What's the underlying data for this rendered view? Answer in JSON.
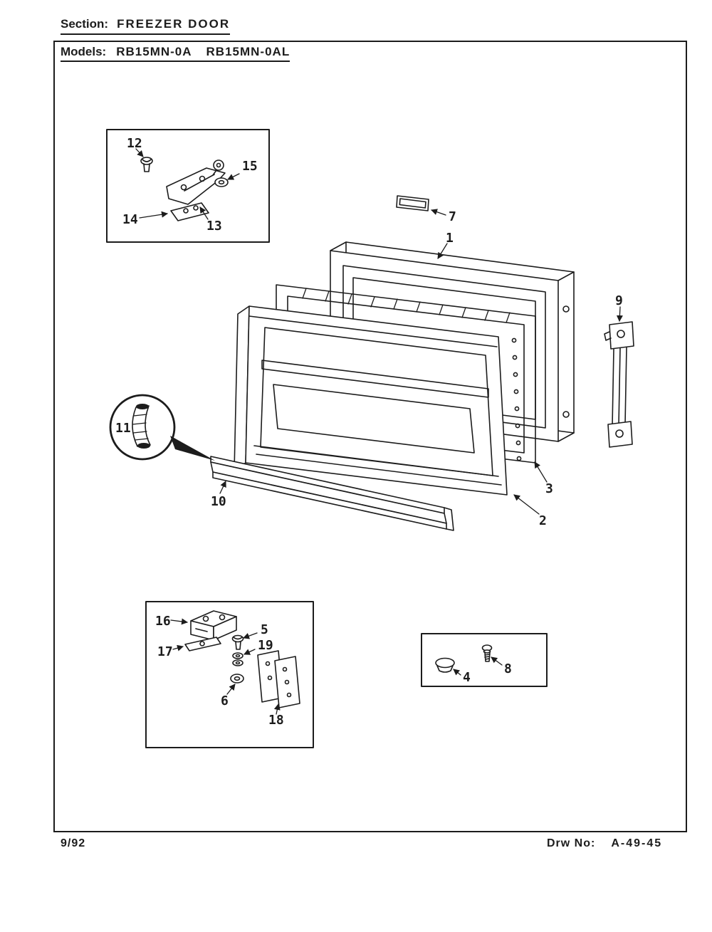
{
  "header": {
    "section_label": "Section:",
    "section_title": "FREEZER DOOR",
    "models_label": "Models:",
    "model_1": "RB15MN-0A",
    "model_2": "RB15MN-0AL"
  },
  "footer": {
    "date_code": "9/92",
    "drawing_label": "Drw No:",
    "drawing_number": "A-49-45"
  },
  "callouts": {
    "1": "1",
    "2": "2",
    "3": "3",
    "4": "4",
    "5": "5",
    "6": "6",
    "7": "7",
    "8": "8",
    "9": "9",
    "10": "10",
    "11": "11",
    "12": "12",
    "13": "13",
    "14": "14",
    "15": "15",
    "16": "16",
    "17": "17",
    "18": "18",
    "19": "19"
  },
  "diagram": {
    "ink_color": "#1c1c1c",
    "paper_color": "#ffffff",
    "figure": "freezer-door-exploded-view"
  }
}
